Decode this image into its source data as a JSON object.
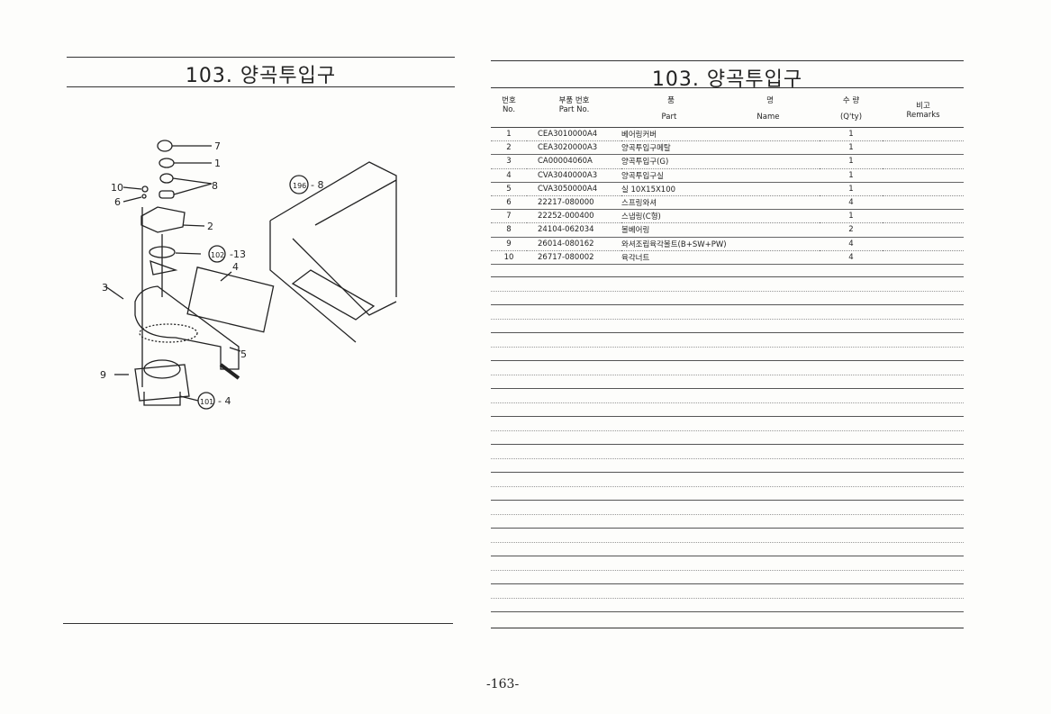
{
  "left_page": {
    "title": "103. 양곡투입구",
    "callouts": [
      "7",
      "1",
      "8",
      "10",
      "6",
      "2",
      "102",
      "-13",
      "4",
      "3",
      "5",
      "9",
      "101",
      "- 4",
      "196",
      "- 8"
    ]
  },
  "right_page": {
    "title": "103. 양곡투입구",
    "headers": {
      "no_ko": "번호",
      "no_en": "No.",
      "part_no_ko": "부품 번호",
      "part_no_en": "Part  No.",
      "name_ko_1": "품",
      "name_ko_2": "명",
      "name_en_1": "Part",
      "name_en_2": "Name",
      "qty_ko": "수  량",
      "qty_en": "(Q'ty)",
      "remarks_ko": "비고",
      "remarks_en": "Remarks"
    },
    "rows": [
      {
        "no": "1",
        "part_no": "CEA3010000A4",
        "name": "베어링커버",
        "qty": "1"
      },
      {
        "no": "2",
        "part_no": "CEA3020000A3",
        "name": "양곡투입구메탈",
        "qty": "1"
      },
      {
        "no": "3",
        "part_no": "CA00004060A",
        "name": "양곡투입구(G)",
        "qty": "1"
      },
      {
        "no": "4",
        "part_no": "CVA3040000A3",
        "name": "양곡투입구실",
        "qty": "1"
      },
      {
        "no": "5",
        "part_no": "CVA3050000A4",
        "name": "실  10X15X100",
        "qty": "1"
      },
      {
        "no": "6",
        "part_no": "22217-080000",
        "name": "스프링와셔",
        "qty": "4"
      },
      {
        "no": "7",
        "part_no": "22252-000400",
        "name": "스냅링(C형)",
        "qty": "1"
      },
      {
        "no": "8",
        "part_no": "24104-062034",
        "name": "볼베어링",
        "qty": "2"
      },
      {
        "no": "9",
        "part_no": "26014-080162",
        "name": "와셔조립육각볼트(B+SW+PW)",
        "qty": "4"
      },
      {
        "no": "10",
        "part_no": "26717-080002",
        "name": "육각너트",
        "qty": "4"
      }
    ]
  },
  "page_number": "-163-"
}
